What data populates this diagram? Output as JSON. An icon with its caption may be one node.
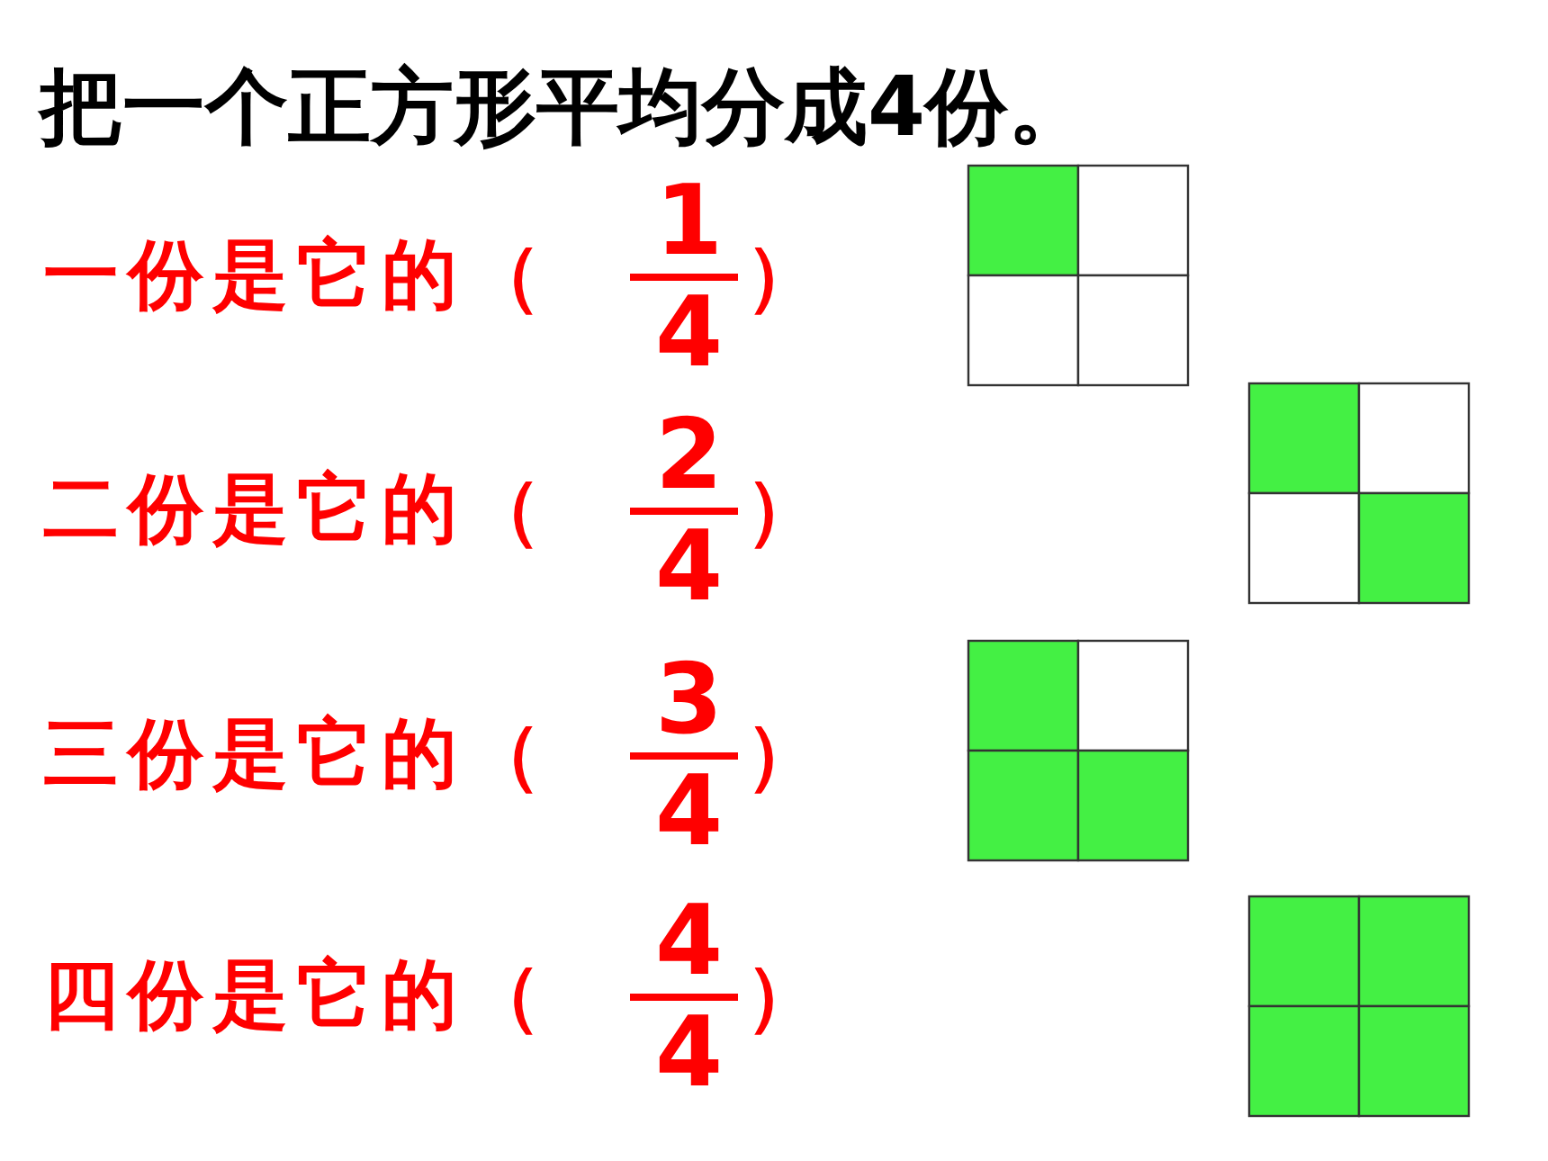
{
  "diagram": {
    "title": "把一个正方形平均分成4份。",
    "labels": [
      "一份是它的（",
      "1",
      "4",
      "）",
      "二份是它的（",
      "2",
      "4",
      "）",
      "三份是它的（",
      "3",
      "4",
      "）",
      "四份是它的（",
      "4",
      "4",
      "）"
    ]
  }
}
